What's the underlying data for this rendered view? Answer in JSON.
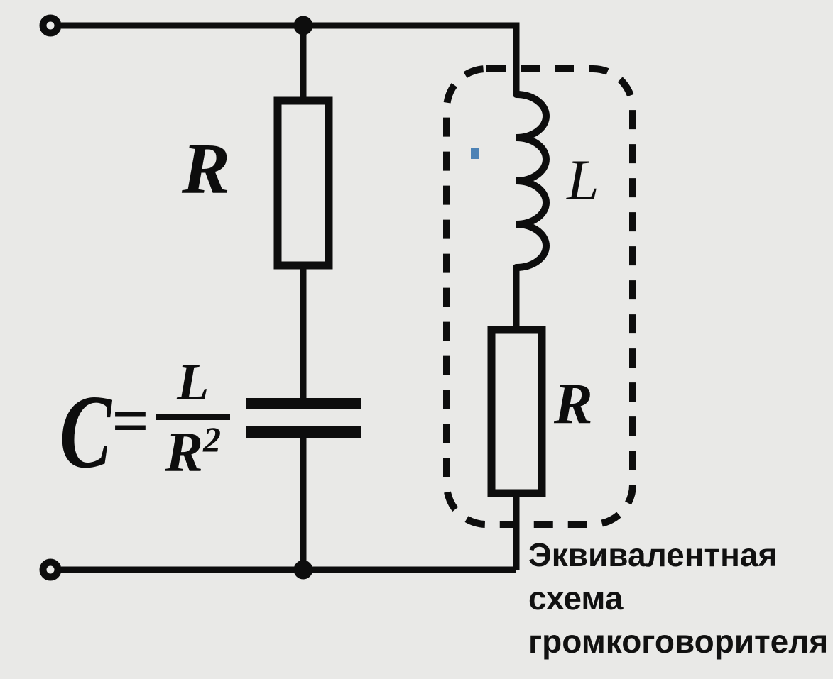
{
  "colors": {
    "background": "#e9e9e7",
    "ink": "#0d0d0d",
    "box_fill": "#cedfde",
    "left_resistor_fill": "#d9e5e5",
    "box_resistor_fill": "#c8dad8",
    "marker_blue": "#4d82b5"
  },
  "labels": {
    "left_resistor": "R",
    "inductor": "L",
    "box_resistor": "R"
  },
  "formula": {
    "lhs": "C",
    "equals": "=",
    "numerator": "L",
    "denominator_base": "R",
    "denominator_exponent": "2"
  },
  "caption": {
    "line1": "Эквивалентная",
    "line2": "схема",
    "line3": "громкоговорителя"
  }
}
